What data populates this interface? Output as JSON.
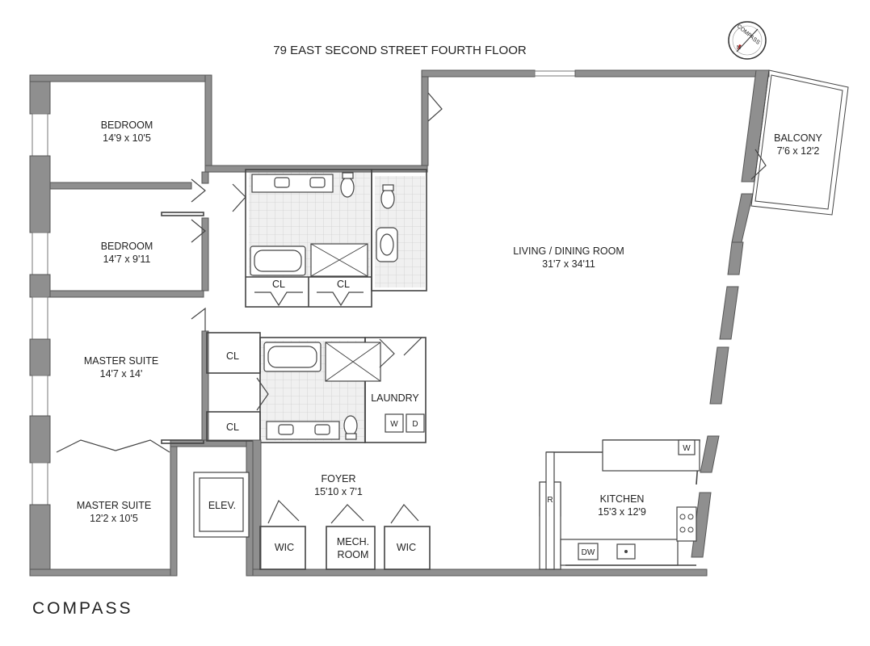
{
  "title": "79 EAST SECOND STREET FOURTH FLOOR",
  "brand": "COMPASS",
  "compass_label": "COMPASS",
  "compass_north": "N",
  "rooms": {
    "bedroom1": {
      "name": "BEDROOM",
      "size": "14'9 x 10'5"
    },
    "bedroom2": {
      "name": "BEDROOM",
      "size": "14'7 x 9'11"
    },
    "master1": {
      "name": "MASTER SUITE",
      "size": "14'7 x 14'"
    },
    "master2": {
      "name": "MASTER SUITE",
      "size": "12'2 x 10'5"
    },
    "living": {
      "name": "LIVING / DINING ROOM",
      "size": "31'7 x 34'11"
    },
    "balcony": {
      "name": "BALCONY",
      "size": "7'6 x 12'2"
    },
    "foyer": {
      "name": "FOYER",
      "size": "15'10 x 7'1"
    },
    "kitchen": {
      "name": "KITCHEN",
      "size": "15'3 x 12'9"
    }
  },
  "labels": {
    "cl": "CL",
    "laundry": "LAUNDRY",
    "washer": "W",
    "dryer": "D",
    "elev": "ELEV.",
    "wic": "WIC",
    "mech1": "MECH.",
    "mech2": "ROOM",
    "fridge": "R",
    "dishwasher": "DW",
    "wine": "W"
  }
}
